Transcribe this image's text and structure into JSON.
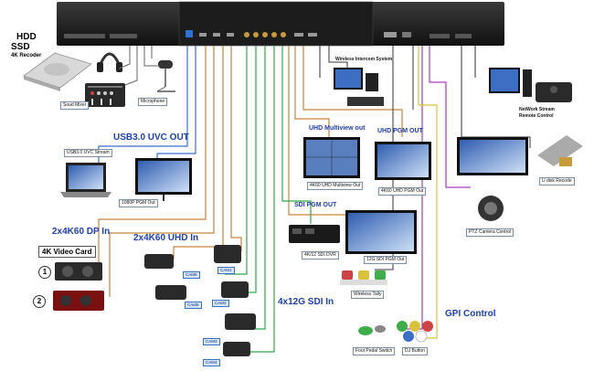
{
  "storage": {
    "hdd": "HDD",
    "ssd": "SSD",
    "recorder": "4K Recoder"
  },
  "labels": {
    "sound_mixer": "Soud Mixer",
    "microphone": "Microphone",
    "usb3_uvc_out": "USB3.0 UVC OUT",
    "usb3_uvc_stream": "USB3.0 UVC Stream",
    "pgm_1080p": "1080P PGM Out",
    "dp_in": "2x4K60 DP In",
    "video_card": "4K Video Card",
    "card_1": "1",
    "card_2": "2",
    "uhd_in": "2x4K60 UHD In",
    "sdi_in": "4x12G SDI In",
    "wireless_intercom": "Wireless Intercom System",
    "uhd_multiview_out": "UHD Multiview out",
    "uhd_pgm_out": "UHD PGM OUT",
    "multiview_4k60": "4K60 UHD Multiview Out",
    "pgm_4k60": "4K60 UHD PGM Out",
    "sdi_pgm_out": "SDI PGM OUT",
    "sdi_dvr": "4K/12 SDI DVR",
    "sdi_pgm_12g": "12G SDI  PGM Out",
    "wireless_tally": "Wireless Tally",
    "network_stream": "NetWork Stream",
    "remote_control": "Remote Control",
    "udisk": "U disk Recode",
    "ptz": "PTZ Camera Control",
    "gpi": "GPI Control",
    "foot_pedal": "Foot Pedal Switch",
    "dj_button": "DJ Button",
    "cam1": "CAM1",
    "cam2": "CAM2",
    "cam3": "CAM3",
    "cam4": "CAM4",
    "cam5": "CAM5",
    "cam6": "CAM6"
  },
  "colors": {
    "usb_line": "#3a6fd0",
    "hdmi_line": "#c9843a",
    "sdi_line": "#2fa84a",
    "gpi_line": "#a83cbf",
    "audio_line": "#666666",
    "title_blue": "#1e3fae"
  }
}
